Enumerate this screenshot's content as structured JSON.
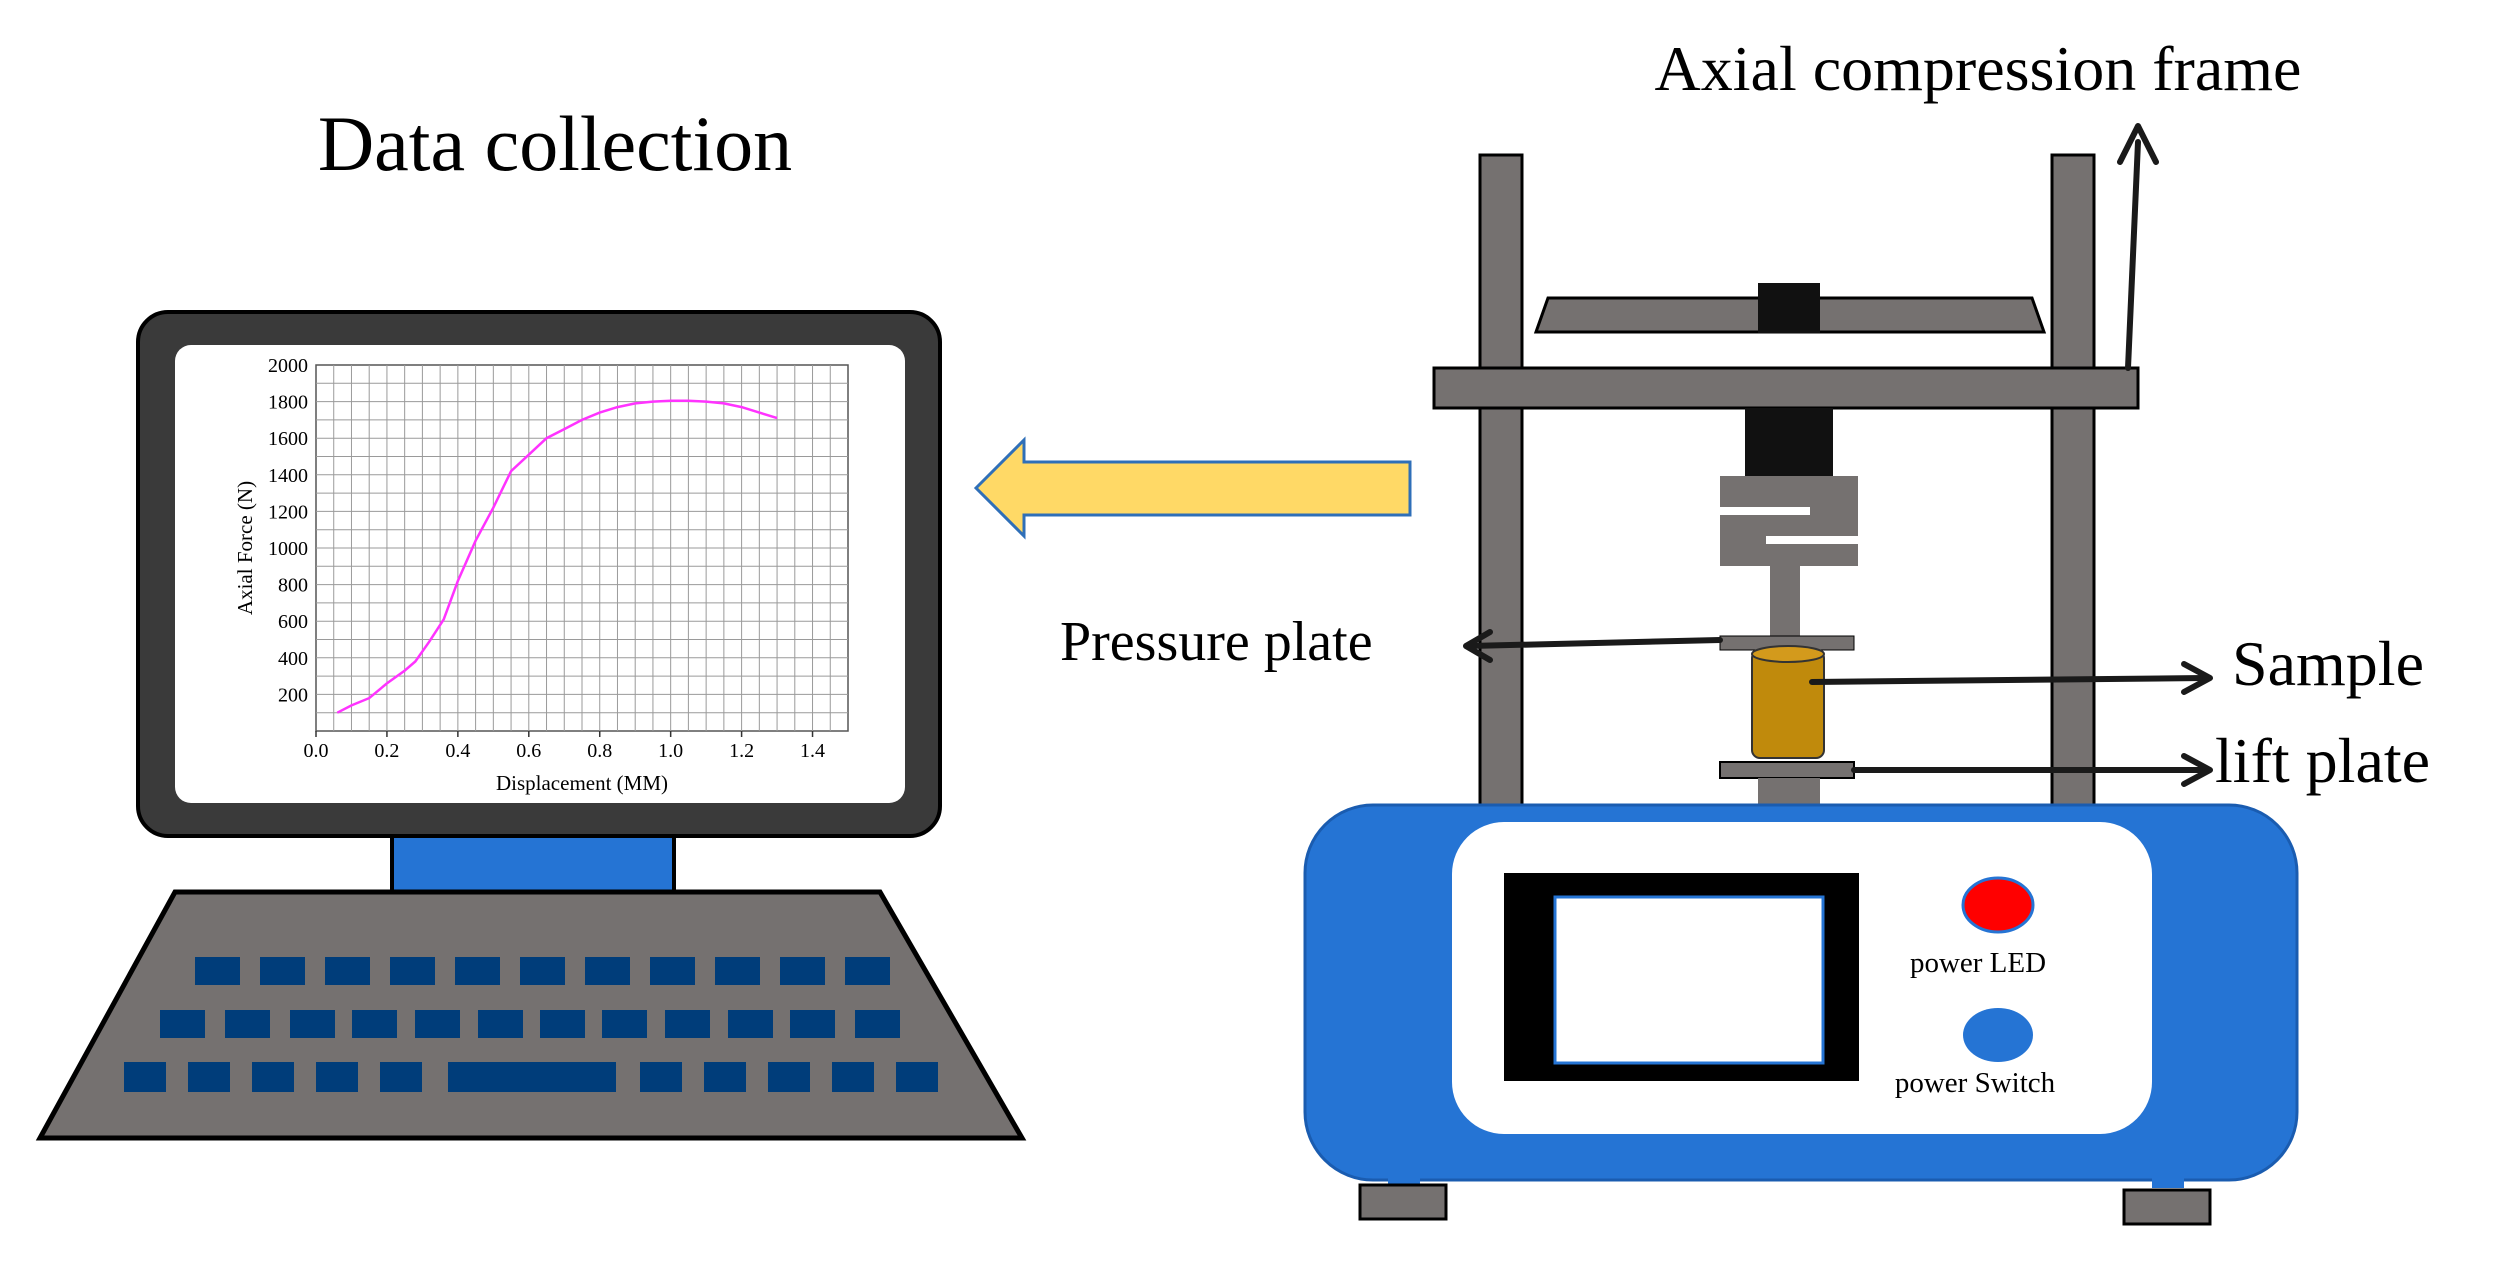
{
  "title": "Data collection",
  "labels": {
    "frame": "Axial compression frame",
    "pressure_plate": "Pressure plate",
    "sample": "Sample",
    "lift_plate": "lift plate",
    "power_led": "power LED",
    "power_switch": "power Switch"
  },
  "colors": {
    "frame_gray": "#757170",
    "base_blue": "#2574d4",
    "arrow_yellow": "#ffd966",
    "arrow_outline": "#2f6fb8",
    "sample_brown": "#c08a0c",
    "led_red": "#ff0000",
    "key_blue": "#003d7a",
    "curve": "#ff33ff"
  },
  "icons": [
    "computer-monitor-icon",
    "keyboard-icon",
    "arrow-left-icon"
  ],
  "chart_data": {
    "type": "line",
    "xlabel": "Displacement (MM)",
    "ylabel": "Axial Force (N)",
    "xlim": [
      0,
      1.5
    ],
    "ylim": [
      0,
      2000
    ],
    "x_ticks": [
      "0.0",
      "0.2",
      "0.4",
      "0.6",
      "0.8",
      "1.0",
      "1.2",
      "1.4"
    ],
    "y_ticks": [
      "200",
      "400",
      "600",
      "800",
      "1000",
      "1200",
      "1400",
      "1600",
      "1800",
      "2000"
    ],
    "grid": true,
    "x": [
      0.06,
      0.1,
      0.15,
      0.2,
      0.25,
      0.28,
      0.32,
      0.36,
      0.4,
      0.45,
      0.5,
      0.55,
      0.6,
      0.65,
      0.7,
      0.75,
      0.8,
      0.85,
      0.9,
      0.95,
      1.0,
      1.05,
      1.1,
      1.15,
      1.2,
      1.25,
      1.3
    ],
    "y": [
      100,
      140,
      180,
      260,
      330,
      380,
      490,
      610,
      820,
      1040,
      1220,
      1420,
      1510,
      1600,
      1650,
      1700,
      1740,
      1770,
      1790,
      1800,
      1805,
      1805,
      1800,
      1790,
      1770,
      1740,
      1710
    ]
  }
}
